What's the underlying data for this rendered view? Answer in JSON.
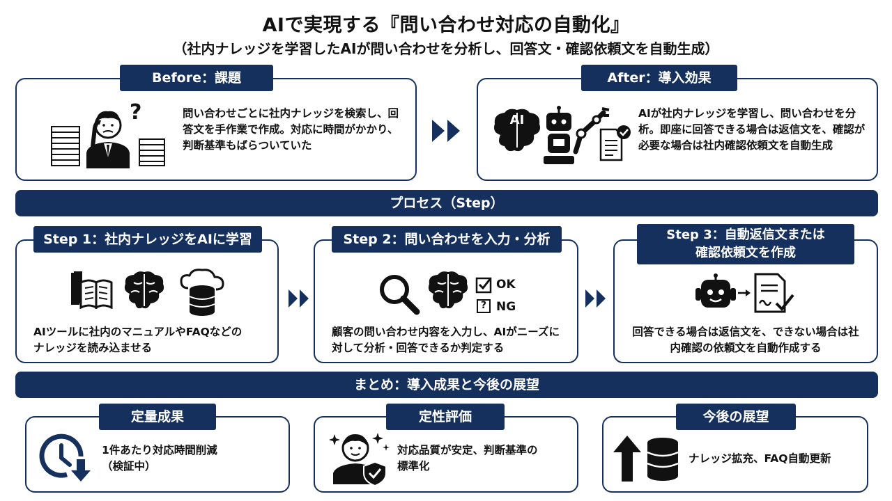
{
  "header": {
    "title": "AIで実現する『問い合わせ対応の自動化』",
    "subtitle": "（社内ナレッジを学習したAIが問い合わせを分析し、回答文・確認依頼文を自動生成）"
  },
  "before": {
    "label": "Before：課題",
    "text": "問い合わせごとに社内ナレッジを検索し、回答文を手作業で作成。対応に時間がかかり、判断基準もばらついていた",
    "icons": [
      "document-stack-icon",
      "confused-person-icon",
      "question-mark-icon"
    ]
  },
  "after": {
    "label": "After：導入効果",
    "text": "AIが社内ナレッジを学習し、問い合わせを分析。即座に回答できる場合は返信文を、確認が必要な場合は社内確認依頼文を自動生成",
    "ai_label": "AI",
    "icons": [
      "ai-brain-icon",
      "robot-icon",
      "robot-arm-icon",
      "checked-document-icon"
    ]
  },
  "process": {
    "label": "プロセス（Step）",
    "steps": [
      {
        "label": "Step 1：社内ナレッジをAIに学習",
        "text": "AIツールに社内のマニュアルやFAQなどのナレッジを読み込ませる",
        "icons": [
          "books-icon",
          "brain-icon",
          "cloud-database-icon"
        ]
      },
      {
        "label": "Step 2：問い合わせを入力・分析",
        "text": "顧客の問い合わせ内容を入力し、AIがニーズに対して分析・回答できるか判定する",
        "ok_label": "OK",
        "ng_label": "NG",
        "icons": [
          "magnifier-icon",
          "brain-icon",
          "checkbox-icon",
          "question-box-icon"
        ]
      },
      {
        "label": "Step 3：自動返信文または確認依頼文を作成",
        "label_line1": "Step 3：自動返信文または",
        "label_line2": "確認依頼文を作成",
        "text": "回答できる場合は返信文を、できない場合は社内確認の依頼文を自動作成する",
        "icons": [
          "chatbot-icon",
          "signed-document-icon"
        ]
      }
    ]
  },
  "summary": {
    "label": "まとめ：導入成果と今後の展望",
    "cards": [
      {
        "label": "定量成果",
        "text": "1件あたり対応時間削減（検証中）",
        "line1": "1件あたり対応時間削減",
        "line2": "（検証中）",
        "icon": "clock-down-icon"
      },
      {
        "label": "定性評価",
        "text": "対応品質が安定、判断基準の標準化",
        "line1": "対応品質が安定、判断基準の",
        "line2": "標準化",
        "icon": "person-shield-icon"
      },
      {
        "label": "今後の展望",
        "text": "ナレッジ拡充、FAQ自動更新",
        "icon": "arrow-database-icon"
      }
    ]
  },
  "colors": {
    "navy": "#16305e",
    "text": "#111111",
    "background": "#ffffff"
  }
}
